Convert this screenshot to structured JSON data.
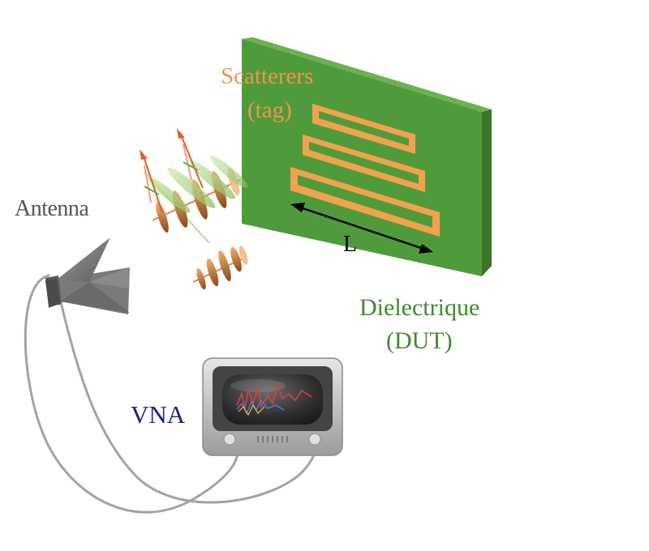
{
  "labels": {
    "antenna": "Antenna",
    "scatterers_line1": "Scatterers",
    "scatterers_line2": "(tag)",
    "length": "L",
    "dielectric_line1": "Dielectrique",
    "dielectric_line2": "(DUT)",
    "vna": "VNA"
  },
  "colors": {
    "scatterers_text": "#F0954A",
    "dielectric_text": "#3F8A2A",
    "vna_text": "#1C1C8C",
    "board": "#4E9A3A",
    "board_edge": "#3C7A2B",
    "tag": "#F2A24E",
    "cable": "#A0A0A0"
  },
  "icons": {
    "antenna": "horn-antenna-icon",
    "vna": "crt-monitor-icon",
    "wave": "electromagnetic-wave-icon"
  }
}
